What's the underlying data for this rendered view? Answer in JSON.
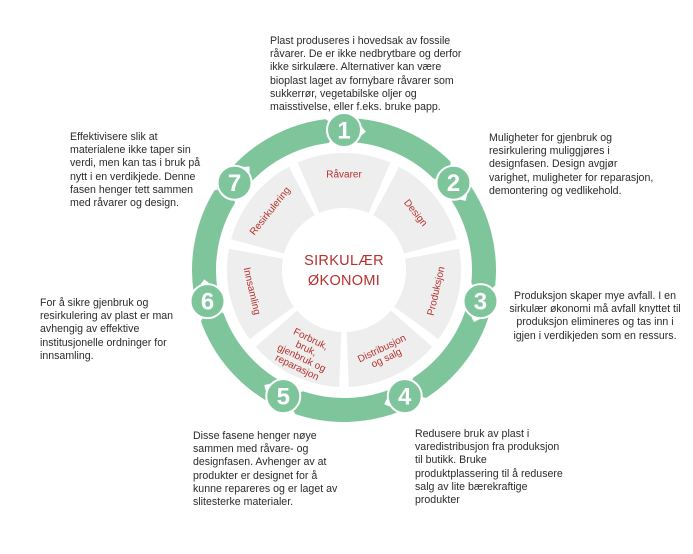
{
  "center": {
    "line1": "SIRKULÆR",
    "line2": "ØKONOMI"
  },
  "colors": {
    "ring": "#7fc59b",
    "ring_dark": "#55ab78",
    "segment": "#eeeeee",
    "accent": "#b5312d",
    "text": "#2a2a2a"
  },
  "stages": [
    {
      "number": "1",
      "label": [
        "Råvarer"
      ],
      "description": "Plast produseres i hovedsak av fossile råvarer. De er ikke nedbrytbare og derfor ikke sirkulære. Alternativer kan være bioplast laget av fornybare råvarer som sukkerrør, vegetabilske oljer og maisstivelse, eller f.eks. bruke papp."
    },
    {
      "number": "2",
      "label": [
        "Design"
      ],
      "description": "Muligheter for gjenbruk og resirkulering muliggjøres i designfasen. Design avgjør varighet, muligheter for reparasjon, demontering og vedlikehold."
    },
    {
      "number": "3",
      "label": [
        "Produksjon"
      ],
      "description": "Produksjon skaper mye avfall. I en sirkulær økonomi må avfall knyttet til produksjon elimineres og tas inn i igjen i verdikjeden som en ressurs."
    },
    {
      "number": "4",
      "label": [
        "Distribusjon",
        "og salg"
      ],
      "description": "Redusere bruk av plast i varedistribusjon fra produksjon til butikk. Bruke produktplassering til å redusere salg av lite bærekraftige produkter"
    },
    {
      "number": "5",
      "label": [
        "Forbruk,",
        "bruk,",
        "gjenbruk og",
        "reparasjon"
      ],
      "description": "Disse fasene henger nøye sammen med råvare- og designfasen. Avhenger av at produkter er designet for å kunne repareres og er laget av slitesterke materialer."
    },
    {
      "number": "6",
      "label": [
        "Innsamling"
      ],
      "description": "For å sikre gjenbruk og resirkulering av plast er man avhengig av effektive institusjonelle ordninger for innsamling."
    },
    {
      "number": "7",
      "label": [
        "Resirkulering"
      ],
      "description": "Effektivisere slik at materialene ikke taper sin verdi, men kan tas i bruk på nytt i en verdikjede. Denne fasen henger tett sammen med råvarer og design."
    }
  ]
}
